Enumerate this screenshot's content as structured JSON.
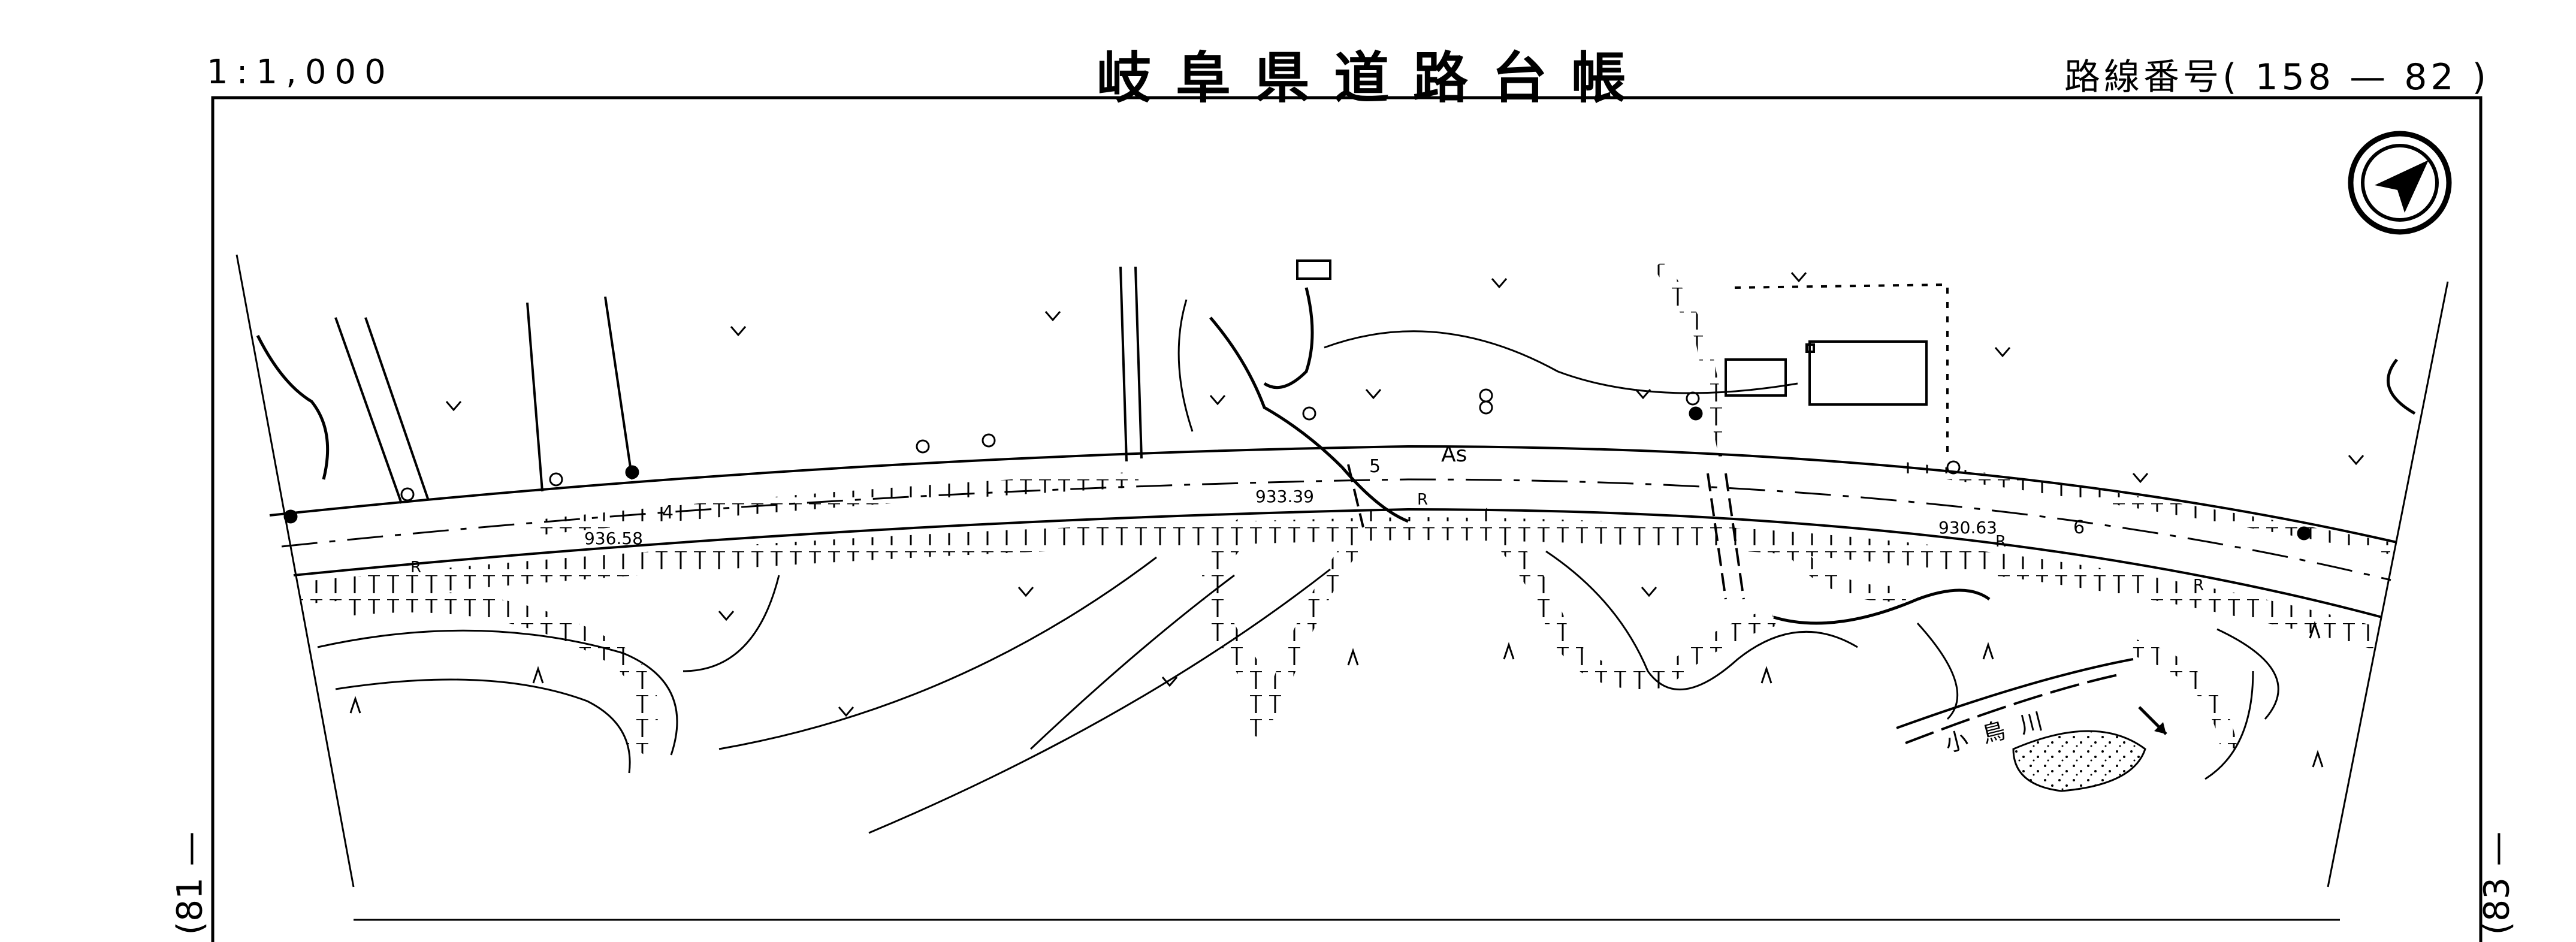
{
  "header": {
    "scale": "1:1,000",
    "title": "岐阜県道路台帳",
    "route_prefix": "路線番号(",
    "route_no_a": "158",
    "route_dash": "—",
    "route_no_b": "82",
    "route_suffix": ")"
  },
  "side_labels": {
    "left": "81",
    "right": "83"
  },
  "map": {
    "road_surface_label": "As",
    "elevations": [
      "936.58",
      "933.39",
      "930.63"
    ],
    "stations": [
      "4",
      "5",
      "6"
    ],
    "retaining_marks": [
      "R",
      "R",
      "R",
      "R"
    ],
    "river_name": "小鳥川"
  },
  "colors": {
    "ink": "#000000",
    "paper": "#ffffff"
  },
  "icons": [
    "north-arrow-icon"
  ]
}
